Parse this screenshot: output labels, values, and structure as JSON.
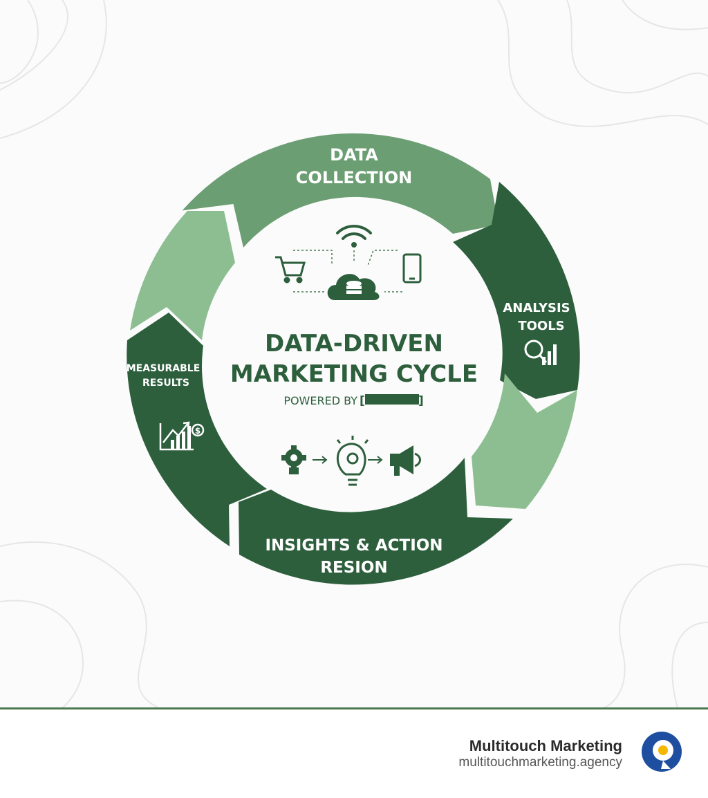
{
  "diagram": {
    "title_line1": "DATA-DRIVEN",
    "title_line2": "MARKETING CYCLE",
    "powered_by": "POWERED BY",
    "segments": {
      "data_collection": {
        "line1": "DATA",
        "line2": "COLLECTION"
      },
      "analysis_tools": {
        "line1": "ANALYSIS",
        "line2": "TOOLS"
      },
      "insights_action": {
        "line1": "INSIGHTS & ACTION",
        "line2": "RESION"
      },
      "measurable_results": {
        "line1": "MEASURABLE",
        "line2": "RESULTS"
      }
    },
    "icons": [
      "wifi-icon",
      "shopping-cart-icon",
      "smartphone-icon",
      "cloud-database-icon",
      "magnifier-chart-icon",
      "growth-chart-dollar-icon",
      "gear-bulb-icon",
      "lightbulb-gear-icon",
      "megaphone-icon"
    ],
    "colors": {
      "dark_green": "#2d5f3d",
      "mid_green": "#6b9e73",
      "light_green": "#8dbe92",
      "background": "#fbfbfb"
    }
  },
  "footer": {
    "brand_name": "Multitouch Marketing",
    "brand_url": "multitouchmarketing.agency",
    "logo_colors": {
      "blue": "#1d4ea0",
      "yellow": "#f5b800"
    }
  }
}
